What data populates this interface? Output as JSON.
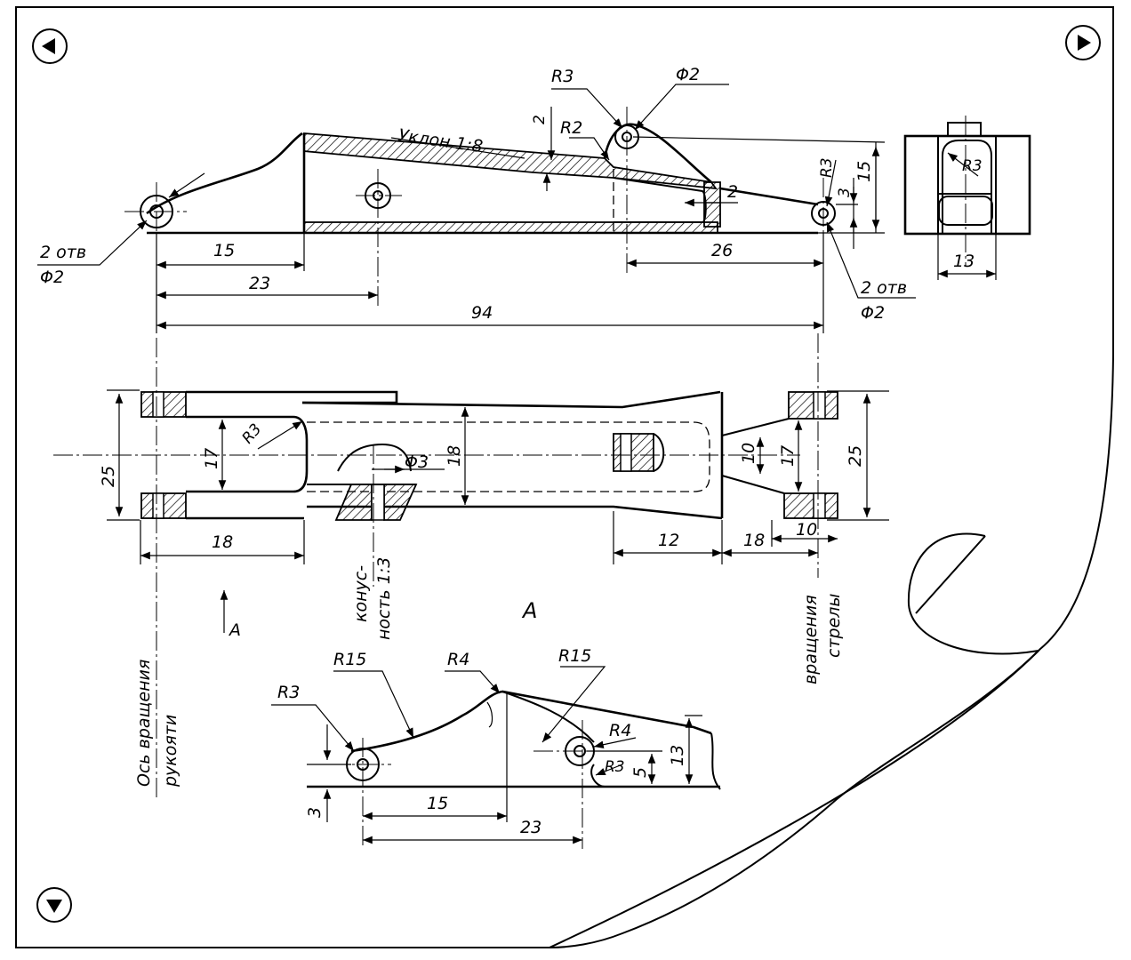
{
  "navigation": {
    "prev_icon": "left-triangle-icon",
    "next_icon": "right-triangle-icon",
    "down_icon": "down-triangle-icon",
    "page_curl_icon": "page-curl-icon"
  },
  "top_view": {
    "slope_note": "Уклон 1:8",
    "holes_left": "2 отв",
    "holes_left_dia": "Φ2",
    "holes_right": "2 отв",
    "holes_right_dia": "Φ2",
    "r_top": "R3",
    "dia_top": "Φ2",
    "r_bend": "R2",
    "r_end": "R3",
    "gap_2": "2",
    "gap_3": "3",
    "height_15": "15",
    "wall_2": "2",
    "dim_15": "15",
    "dim_23": "23",
    "dim_26": "26",
    "dim_94": "94"
  },
  "side_view": {
    "r_inner": "R3",
    "r_inner_small": "R3",
    "width_13": "13"
  },
  "plan_view": {
    "h25_left": "25",
    "h17_left": "17",
    "h18_mid": "18",
    "dia3": "Φ3",
    "h10_right": "10",
    "h17_right": "17",
    "h25_right": "25",
    "dim_18_left": "18",
    "dim_12": "12",
    "dim_18_right": "18",
    "dim_10": "10",
    "cone_note_1": "конус-",
    "cone_note_2": "ность 1:3",
    "view_letter": "А",
    "arrow_label": "А",
    "axis_handle_1": "Ось вращения",
    "axis_handle_2": "рукояти",
    "axis_boom_1": "вращения",
    "axis_boom_2": "стрелы"
  },
  "view_a": {
    "r15_left": "R15",
    "r4_top": "R4",
    "r15_right": "R15",
    "r3_left": "R3",
    "r4_right": "R4",
    "r3_right": "R3",
    "dim_3": "3",
    "dim_5": "5",
    "dim_13": "13",
    "dim_15": "15",
    "dim_23": "23"
  }
}
